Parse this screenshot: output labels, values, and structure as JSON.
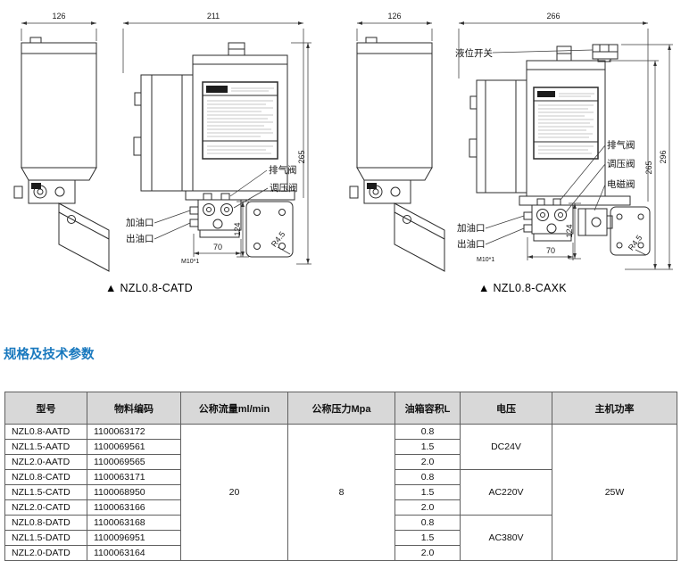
{
  "drawings": {
    "catd": {
      "caption": "▲ NZL0.8-CATD",
      "dims": {
        "side_width": "126",
        "front_width": "211",
        "height": "265",
        "bolt_spacing_v": "124",
        "port_spacing": "70",
        "slot_radius": "R4.5",
        "port_thread": "M10*1"
      },
      "labels": {
        "exhaust_valve": "排气阀",
        "regulator_valve": "调压阀",
        "fill_port": "加油口",
        "outlet_port": "出油口"
      }
    },
    "caxk": {
      "caption": "▲ NZL0.8-CAXK",
      "dims": {
        "side_width": "126",
        "front_width": "266",
        "overall_height": "296",
        "body_height": "265",
        "bolt_spacing_v": "124",
        "port_spacing": "70",
        "slot_radius": "R4.5",
        "port_thread": "M10*1"
      },
      "labels": {
        "level_switch": "液位开关",
        "exhaust_valve": "排气阀",
        "regulator_valve": "调压阀",
        "solenoid_valve": "电磁阀",
        "fill_port": "加油口",
        "outlet_port": "出油口"
      }
    }
  },
  "section": {
    "title": "规格及技术参数"
  },
  "spec_table": {
    "headers": {
      "model": "型号",
      "material_code": "物料编码",
      "flow": "公称流量ml/min",
      "pressure": "公称压力Mpa",
      "tank_volume": "油箱容积L",
      "voltage": "电压",
      "power": "主机功率"
    },
    "shared": {
      "flow": "20",
      "pressure": "8",
      "power": "25W"
    },
    "voltages": {
      "aatd": "DC24V",
      "catd": "AC220V",
      "datd": "AC380V"
    },
    "rows": [
      {
        "model": "NZL0.8-AATD",
        "code": "1100063172",
        "tank": "0.8"
      },
      {
        "model": "NZL1.5-AATD",
        "code": "1100069561",
        "tank": "1.5"
      },
      {
        "model": "NZL2.0-AATD",
        "code": "1100069565",
        "tank": "2.0"
      },
      {
        "model": "NZL0.8-CATD",
        "code": "1100063171",
        "tank": "0.8"
      },
      {
        "model": "NZL1.5-CATD",
        "code": "1100068950",
        "tank": "1.5"
      },
      {
        "model": "NZL2.0-CATD",
        "code": "1100063166",
        "tank": "2.0"
      },
      {
        "model": "NZL0.8-DATD",
        "code": "1100063168",
        "tank": "0.8"
      },
      {
        "model": "NZL1.5-DATD",
        "code": "1100096951",
        "tank": "1.5"
      },
      {
        "model": "NZL2.0-DATD",
        "code": "1100063164",
        "tank": "2.0"
      }
    ]
  }
}
